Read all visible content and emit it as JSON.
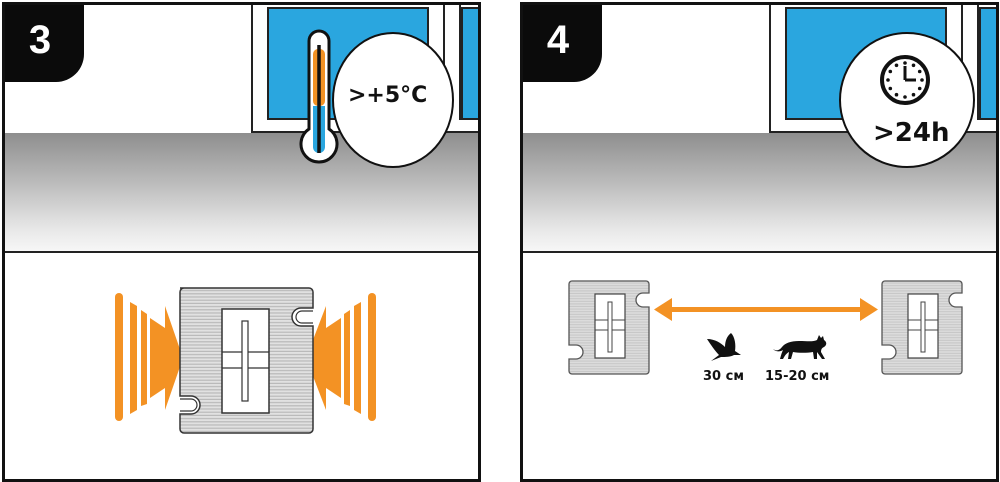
{
  "panels": [
    {
      "step_number": "3",
      "bubble_text": ">+5°C",
      "icons": [
        "thermometer-icon",
        "compress-arrows-icon",
        "tile-icon"
      ],
      "description": "Acclimatize tile at temperature above +5°C, compress tile from both sides"
    },
    {
      "step_number": "4",
      "bubble_text": ">24h",
      "icons": [
        "clock-icon",
        "tile-icon",
        "double-arrow-icon",
        "bird-icon",
        "cat-icon"
      ],
      "distances": {
        "bird_label": "30 см",
        "cat_label": "15-20 см"
      }
    }
  ],
  "colors": {
    "accent_orange": "#f39224",
    "window_blue": "#2aa6df",
    "badge_black": "#0b0b0b",
    "tile_gray": "#d4d4d4"
  }
}
